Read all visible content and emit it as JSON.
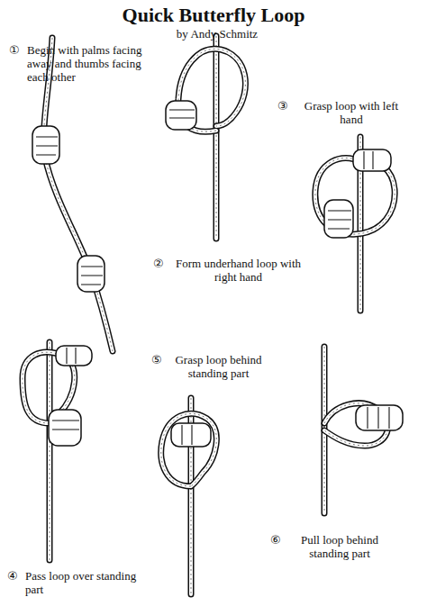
{
  "diagram": {
    "title": "Quick Butterfly Loop",
    "labels": [
      "by Andy Schmitz",
      "①",
      "Begin with palms facing away and thumbs facing each other",
      "③",
      "Grasp loop with left hand",
      "②",
      "Form underhand loop with right hand",
      "⑤",
      "Grasp loop behind standing part",
      "④",
      "Pass loop over standing part",
      "⑥",
      "Pull loop behind standing part"
    ]
  }
}
